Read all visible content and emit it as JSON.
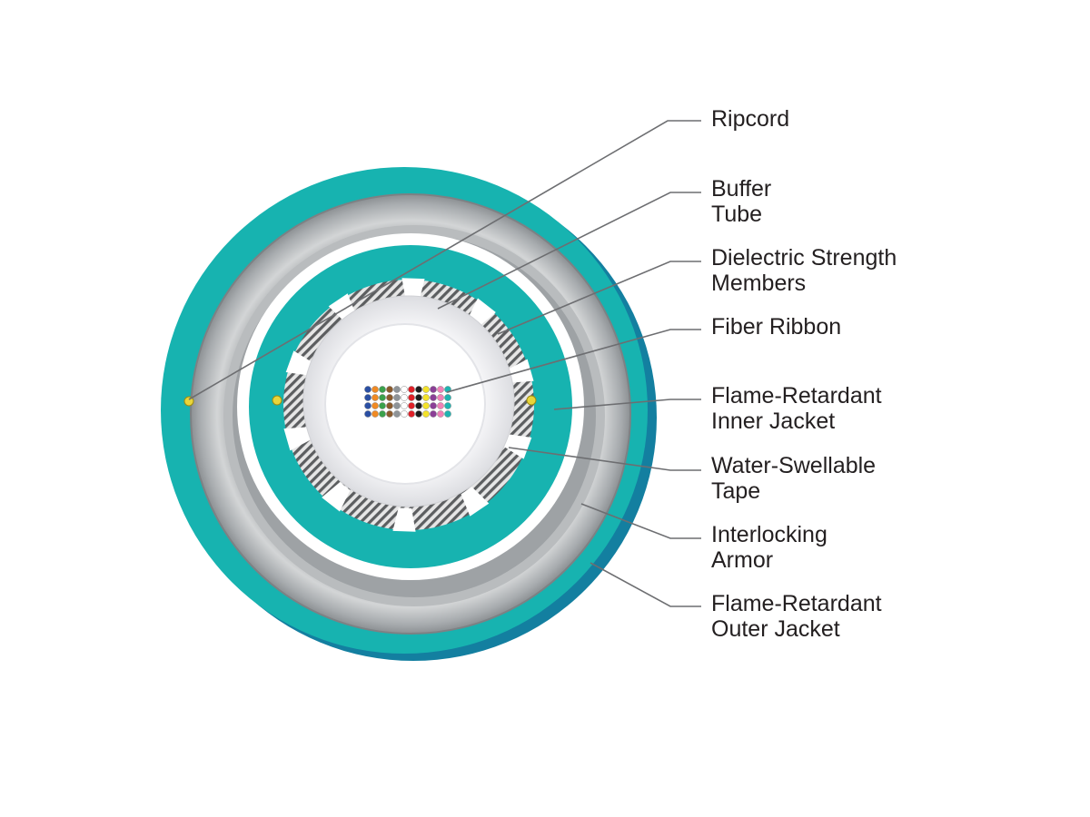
{
  "colors": {
    "jacket": "#17b3b0",
    "jacket_dark": "#137fa0",
    "armor_light": "#c9cbcc",
    "armor_dark": "#8f9396",
    "tape": "#f2f2f4",
    "core": "#ffffff",
    "leader": "#6d6e71",
    "text": "#231f20",
    "ripcord": "#e8d53a"
  },
  "fiber_colors": [
    "#2b4fa3",
    "#f08a24",
    "#3aa14b",
    "#8a5a2c",
    "#8e9397",
    "#ffffff",
    "#e02028",
    "#1d1d1d",
    "#f3e22a",
    "#8b3f96",
    "#f080b6",
    "#1fb3b0"
  ],
  "callouts": [
    {
      "id": "ripcord",
      "lines": [
        "Ripcord"
      ]
    },
    {
      "id": "buffer-tube",
      "lines": [
        "Buffer",
        "Tube"
      ]
    },
    {
      "id": "dielectric-strength-members",
      "lines": [
        "Dielectric Strength",
        "Members"
      ]
    },
    {
      "id": "fiber-ribbon",
      "lines": [
        "Fiber Ribbon"
      ]
    },
    {
      "id": "flame-retardant-inner-jacket",
      "lines": [
        "Flame-Retardant",
        "Inner Jacket"
      ]
    },
    {
      "id": "water-swellable-tape",
      "lines": [
        "Water-Swellable",
        "Tape"
      ]
    },
    {
      "id": "interlocking-armor",
      "lines": [
        "Interlocking",
        "Armor"
      ]
    },
    {
      "id": "flame-retardant-outer-jacket",
      "lines": [
        "Flame-Retardant",
        "Outer Jacket"
      ]
    }
  ]
}
